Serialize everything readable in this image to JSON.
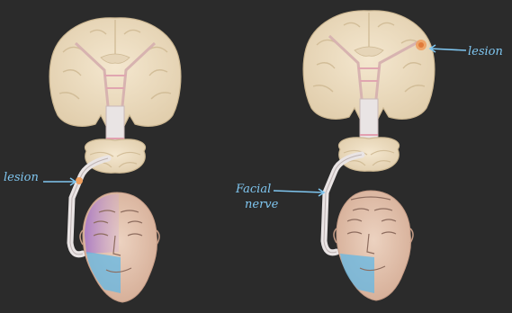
{
  "panels": [
    {
      "id": "left",
      "annotations": [
        {
          "text": "lesion",
          "target": "facial-nerve-lesion"
        }
      ]
    },
    {
      "id": "right",
      "annotations": [
        {
          "text": "lesion",
          "target": "cortical-lesion"
        },
        {
          "text": "Facial",
          "target": "facial-nerve"
        },
        {
          "text": "nerve",
          "target": "facial-nerve"
        }
      ]
    }
  ],
  "colors": {
    "background": "#2b2b2b",
    "brain": "#efdfc4",
    "brain_fold": "#d7c3a0",
    "nerve_tract": "#e9e4e4",
    "face_skin": "#e4c2ad",
    "paralysis_purple": "#b58ad6",
    "paralysis_blue": "#63b8e6",
    "lesion_marker": "#f0a060",
    "annotation_ink": "#7fc6f0"
  }
}
